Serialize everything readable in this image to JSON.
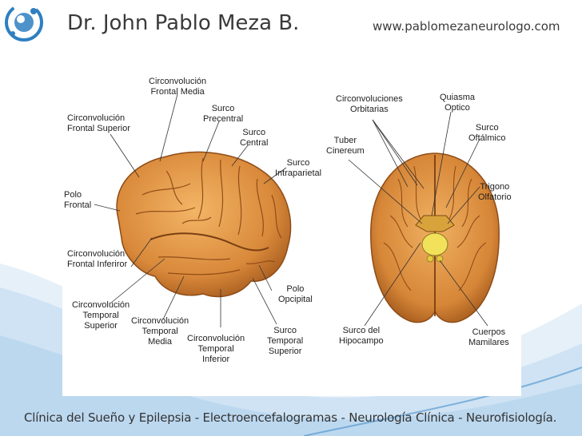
{
  "header": {
    "title": "Dr. John Pablo Meza B.",
    "url": "www.pablomezaneurologo.com"
  },
  "footer": {
    "text": "Clínica del Sueño y Epilepsia - Electroencefalogramas - Neurología Clínica - Neurofisiología."
  },
  "colors": {
    "brain_fill": "#d98a3a",
    "brain_dark": "#a35a1c",
    "brain_light": "#f0b060",
    "chiasm": "#f2e15a",
    "wave_blue": "#2f7fc1",
    "wave_light": "#cfe3f4"
  },
  "lateral_labels": {
    "frontal_media": "Circonvolución\nFrontal Media",
    "frontal_superior": "Circonvolución\nFrontal Superior",
    "surco_precentral": "Surco\nPrecentral",
    "surco_central": "Surco\nCentral",
    "surco_intraparietal": "Surco\nIntraparietal",
    "polo_frontal": "Polo\nFrontal",
    "frontal_inferior": "Circonvolución\nFrontal Inferiror",
    "polo_occipital": "Polo\nOpcipital",
    "temporal_superior": "Circonvolución\nTemporal\nSuperior",
    "temporal_media": "Circonvolución\nTemporal\nMedia",
    "temporal_inferior": "Circonvolución\nTemporal\nInferior",
    "surco_temporal_superior": "Surco\nTemporal\nSuperior"
  },
  "basal_labels": {
    "orbitarias": "Circonvoluciones\nOrbitarias",
    "quiasma": "Quiasma\nOptico",
    "tuber": "Tuber\nCinereum",
    "surco_oftalmico": "Surco\nOftálmico",
    "trigono": "Trigono\nOlfatorio",
    "hipocampo": "Surco del\nHipocampo",
    "mamilares": "Cuerpos\nMamilares"
  }
}
